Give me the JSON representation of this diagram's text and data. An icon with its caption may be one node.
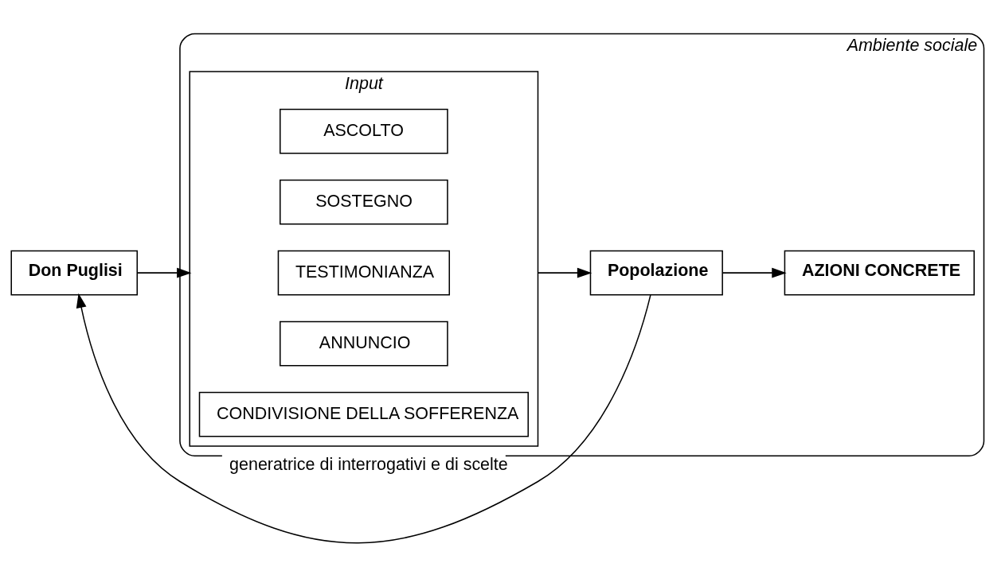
{
  "diagram": {
    "nodes": [
      {
        "text": [
          "Don Puglisi"
        ]
      },
      {
        "text": [
          "Ambiente sociale"
        ]
      },
      {
        "text": [
          "Input"
        ],
        "in": 1
      },
      {
        "text": [
          "ASCOLTO"
        ],
        "in": 2
      },
      {
        "text": [
          "SOSTEGNO"
        ],
        "in": 2
      },
      {
        "text": [
          "TESTIMONIANZA"
        ],
        "in": 2
      },
      {
        "text": [
          "ANNUNCIO"
        ],
        "in": 2
      },
      {
        "text": [
          "CONDIVISIONE DELLA SOFFERENZA"
        ],
        "in": 2
      },
      {
        "text": [
          "Popolazione"
        ],
        "in": 1
      },
      {
        "text": [
          "AZIONI CONCRETE"
        ],
        "in": 1
      }
    ],
    "edges": [
      {
        "from": 0,
        "to": 2,
        "arrow": "to"
      },
      {
        "from": 2,
        "to": 8,
        "arrow": "to"
      },
      {
        "from": 8,
        "to": 9,
        "arrow": "to"
      },
      {
        "from": 8,
        "to": 0,
        "arrow": "to",
        "label": "generatrice di interrogativi e di scelte"
      }
    ]
  }
}
